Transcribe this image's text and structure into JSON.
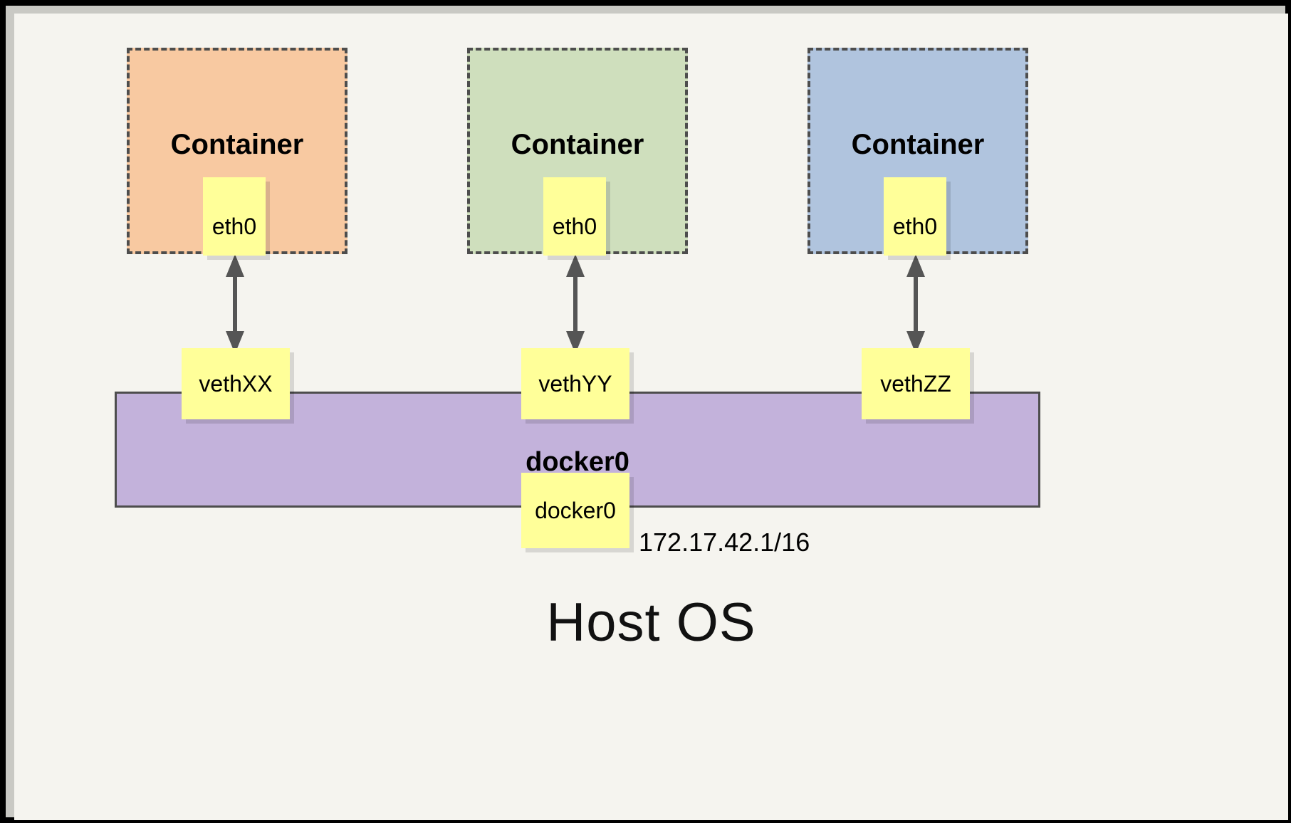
{
  "diagram": {
    "title_bottom": "Host OS",
    "background_color": "#f5f4ef",
    "frame_color": "#000000"
  },
  "containers": [
    {
      "title": "Container",
      "interface_label": "eth0",
      "fill_color": "#f8c9a1",
      "border_style": "dashed",
      "border_color": "#4d4d4d"
    },
    {
      "title": "Container",
      "interface_label": "eth0",
      "fill_color": "#cfdfbd",
      "border_style": "dashed",
      "border_color": "#4d4d4d"
    },
    {
      "title": "Container",
      "interface_label": "eth0",
      "fill_color": "#b0c4de",
      "border_style": "dashed",
      "border_color": "#4d4d4d"
    }
  ],
  "veth_pairs": [
    {
      "label": "vethXX"
    },
    {
      "label": "vethYY"
    },
    {
      "label": "vethZZ"
    }
  ],
  "bridge": {
    "name": "docker0",
    "interface_label": "docker0",
    "ip_address": "172.17.42.1/16",
    "fill_color": "#c3b2db",
    "border_color": "#4d4d4d"
  },
  "note_box": {
    "fill_color": "#ffff99"
  },
  "arrows": {
    "color": "#555555",
    "style": "double-headed-vertical"
  }
}
